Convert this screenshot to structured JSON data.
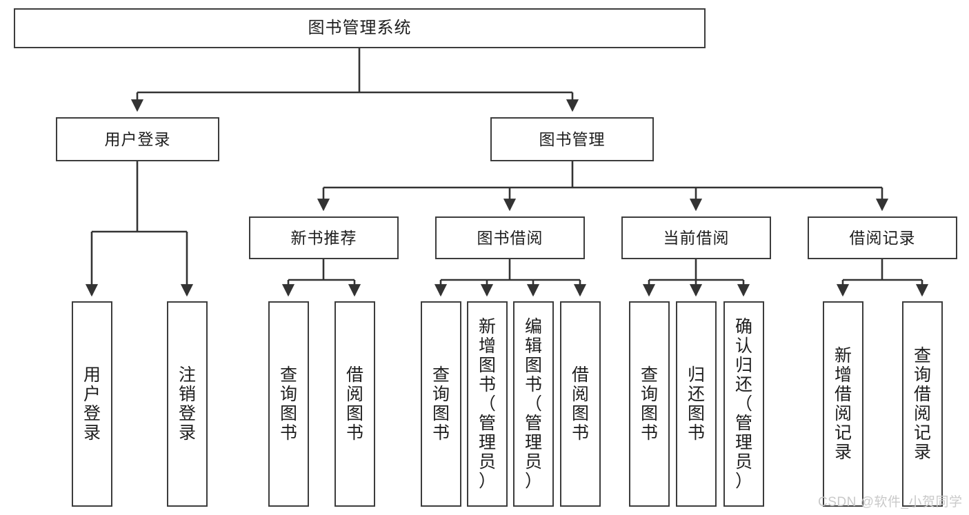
{
  "diagram": {
    "title": "图书管理系统",
    "background_color": "#ffffff",
    "border_color": "#3c3c3c",
    "text_color": "#1d1d1d",
    "levels": {
      "root": {
        "label": "图书管理系统"
      },
      "level1": [
        {
          "label": "用户登录"
        },
        {
          "label": "图书管理"
        }
      ],
      "level2": [
        {
          "label": "新书推荐"
        },
        {
          "label": "图书借阅"
        },
        {
          "label": "当前借阅"
        },
        {
          "label": "借阅记录"
        }
      ],
      "leaves": {
        "user_login": [
          {
            "label": "用户登录",
            "vertical": "用\n户\n登\n录"
          },
          {
            "label": "注销登录",
            "vertical": "注\n销\n登\n录"
          }
        ],
        "new_book_recommend": [
          {
            "label": "查询图书",
            "vertical": "查\n询\n图\n书"
          },
          {
            "label": "借阅图书",
            "vertical": "借\n阅\n图\n书"
          }
        ],
        "book_borrow": [
          {
            "label": "查询图书",
            "vertical": "查\n询\n图\n书"
          },
          {
            "label": "新增图书（管理员）",
            "vertical": "新\n增\n图\n书\n（\n管\n理\n员\n）"
          },
          {
            "label": "编辑图书（管理员）",
            "vertical": "编\n辑\n图\n书\n（\n管\n理\n员\n）"
          },
          {
            "label": "借阅图书",
            "vertical": "借\n阅\n图\n书"
          }
        ],
        "current_borrow": [
          {
            "label": "查询图书",
            "vertical": "查\n询\n图\n书"
          },
          {
            "label": "归还图书",
            "vertical": "归\n还\n图\n书"
          },
          {
            "label": "确认归还（管理员）",
            "vertical": "确\n认\n归\n还\n（\n管\n理\n员\n）"
          }
        ],
        "borrow_record": [
          {
            "label": "新增借阅记录",
            "vertical": "新\n增\n借\n阅\n记\n录"
          },
          {
            "label": "查询借阅记录",
            "vertical": "查\n询\n借\n阅\n记\n录"
          }
        ]
      }
    },
    "watermark": "CSDN @软件_小贺同学"
  }
}
